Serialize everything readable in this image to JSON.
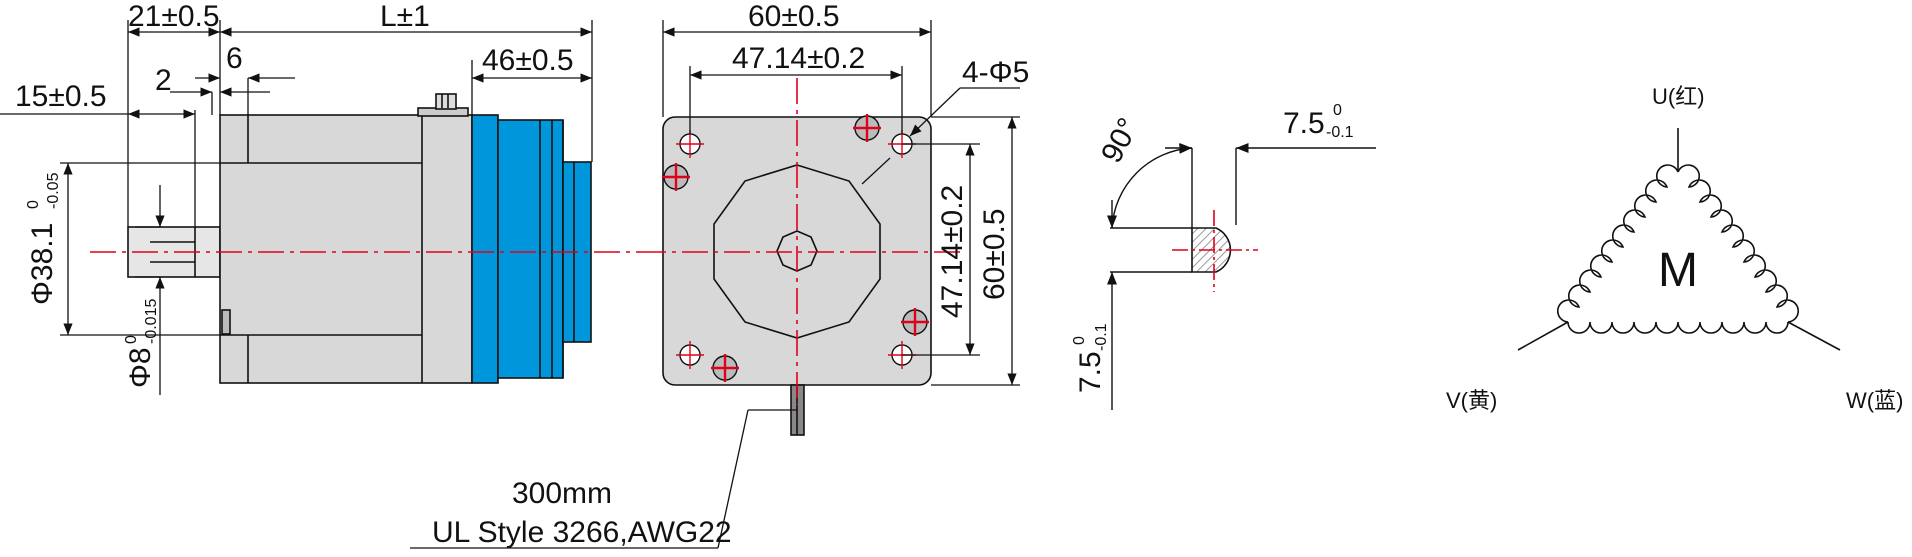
{
  "side_view": {
    "dim_length": "L±1",
    "dim_21": "21±0.5",
    "dim_6": "6",
    "dim_46": "46±0.5",
    "dim_2": "2",
    "dim_15": "15±0.5",
    "dim_diameter_38": "Φ38.1",
    "dim_diameter_38_upper": "0",
    "dim_diameter_38_lower": "-0.05",
    "dim_diameter_8": "Φ8",
    "dim_diameter_8_upper": "0",
    "dim_diameter_8_lower": "-0.015"
  },
  "front_view": {
    "dim_width": "60±0.5",
    "dim_bolt_spacing": "47.14±0.2",
    "dim_holes": "4-Φ5",
    "dim_bolt_spacing_v": "47.14±0.2",
    "dim_height_v": "60±0.5"
  },
  "cable": {
    "length": "300mm",
    "spec": "UL Style 3266,AWG22"
  },
  "shaft_detail": {
    "angle": "90°",
    "flat_h": "7.5",
    "flat_h_upper": "0",
    "flat_h_lower": "-0.1",
    "flat_v": "7.5",
    "flat_v_upper": "0",
    "flat_v_lower": "-0.1"
  },
  "wiring": {
    "motor_label": "M",
    "terminal_u": "U(红)",
    "terminal_v": "V(黄)",
    "terminal_w": "W(蓝)"
  },
  "colors": {
    "flange_blue": "#0096dc",
    "body_gray": "#d8d8d8",
    "centerline_red": "#e0001a",
    "line": "#111111"
  }
}
